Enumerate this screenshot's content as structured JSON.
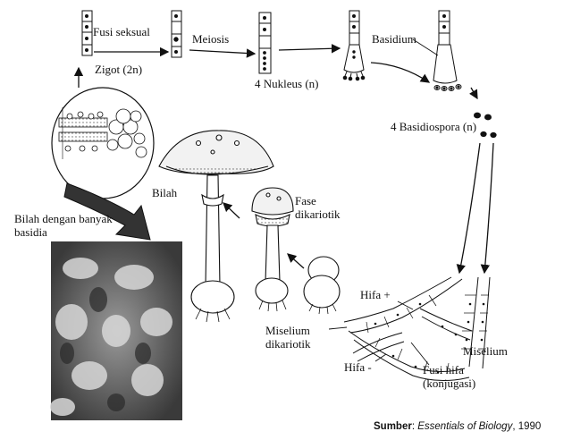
{
  "labels": {
    "fusi_seksual": "Fusi seksual",
    "zigot": "Zigot (2n)",
    "meiosis": "Meiosis",
    "nukleus": "4 Nukleus (n)",
    "basidium": "Basidium",
    "basidiospora": "4 Basidiospora (n)",
    "bilah": "Bilah",
    "bilah_basidia": "Bilah dengan banyak basidia",
    "fase_dikariotik": "Fase dikariotik",
    "hifa_plus": "Hifa +",
    "hifa_minus": "Hifa -",
    "miselium_dikariotik": "Miselium dikariotik",
    "miselium": "Miselium",
    "fusi_hifa": "Fusi hifa (konjugasi)"
  },
  "source": {
    "prefix": "Sumber",
    "separator": ": ",
    "title": "Essentials of Biology",
    "year": ", 1990"
  }
}
